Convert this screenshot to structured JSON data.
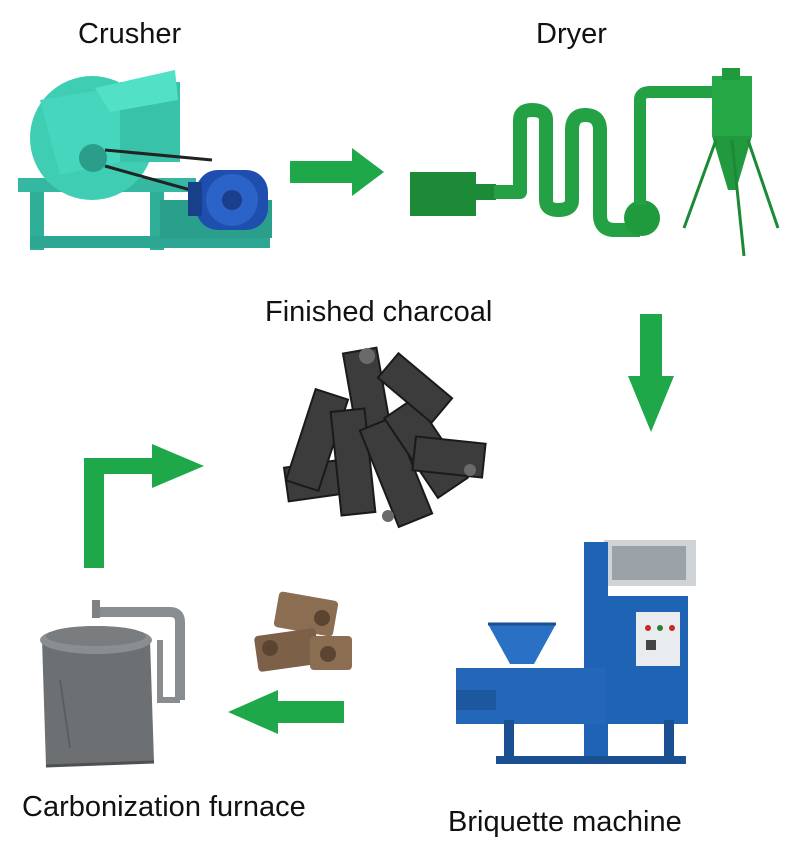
{
  "labels": {
    "crusher": "Crusher",
    "dryer": "Dryer",
    "finished_charcoal": "Finished charcoal",
    "carbonization_furnace": "Carbonization furnace",
    "briquette_machine": "Briquette machine"
  },
  "colors": {
    "arrow": "#1ea84a",
    "crusher_body": "#3cc9b0",
    "dryer_pipe": "#1f9a3c",
    "briquette_machine": "#1f63b5",
    "furnace": "#6b6e70",
    "charcoal": "#3a3a3a"
  },
  "icons": {
    "crusher": "crusher-machine-icon",
    "dryer": "pipe-dryer-icon",
    "charcoal": "charcoal-briquettes-icon",
    "briquette_machine": "briquette-press-icon",
    "furnace": "carbonization-furnace-icon",
    "briquettes_small": "raw-briquettes-icon"
  }
}
